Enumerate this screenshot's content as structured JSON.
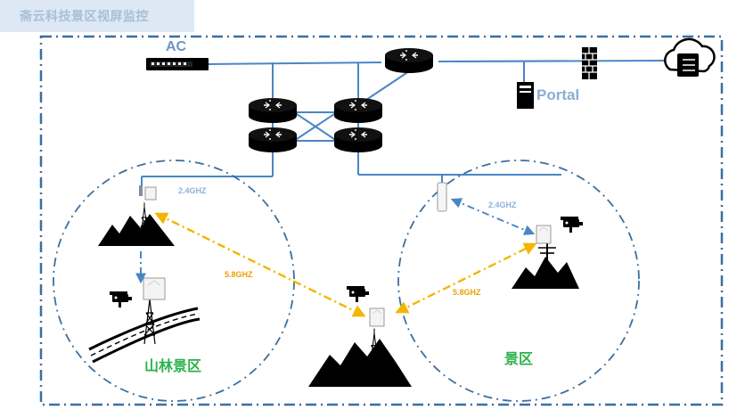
{
  "header": {
    "title": "斋云科技景区视屏监控"
  },
  "labels": {
    "ac": "AC",
    "portal": "Portal",
    "freq_24_left": "2.4GHZ",
    "freq_24_right": "2.4GHZ",
    "freq_58_left": "5.8GHZ",
    "freq_58_right": "5.8GHZ",
    "zone_forest": "山林景区",
    "zone_scenic": "景区"
  },
  "icons": [
    "ac-controller-icon",
    "core-router-icon",
    "firewall-icon",
    "cloud-server-icon",
    "portal-server-icon",
    "router-icon",
    "access-point-icon",
    "cctv-camera-icon",
    "radio-tower-icon",
    "mountain-icon",
    "road-icon",
    "utility-pole-icon"
  ],
  "colors": {
    "link": "#4a86c5",
    "wireless_24": "#4a86c5",
    "wireless_58": "#f2b600",
    "zone_text": "#2db24a",
    "border": "#3b6f9f"
  }
}
